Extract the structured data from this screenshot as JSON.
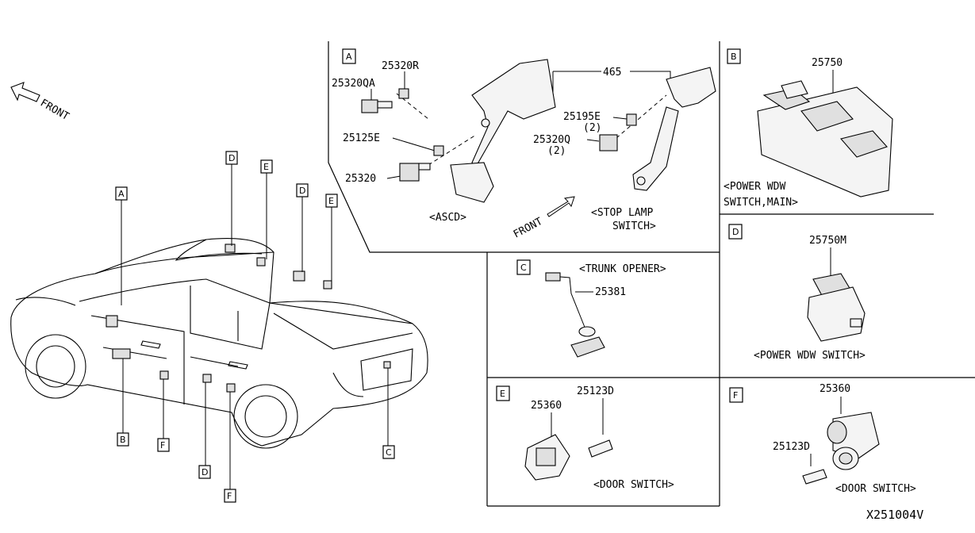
{
  "car": {
    "front_label": "FRONT",
    "callouts": [
      "A",
      "D",
      "E",
      "D",
      "E",
      "B",
      "F",
      "D",
      "F",
      "C"
    ]
  },
  "panel_a": {
    "letter": "A",
    "parts": [
      "25320R",
      "25320QA",
      "25125E",
      "25320",
      "465",
      "25195E",
      "(2)",
      "25320Q",
      "(2)"
    ],
    "captions": [
      "<ASCD>",
      "<STOP LAMP",
      "SWITCH>"
    ],
    "front_label": "FRONT"
  },
  "panel_b": {
    "letter": "B",
    "part": "25750",
    "caption_1": "<POWER WDW",
    "caption_2": "SWITCH,MAIN>"
  },
  "panel_c": {
    "letter": "C",
    "title": "<TRUNK OPENER>",
    "part": "25381"
  },
  "panel_d": {
    "letter": "D",
    "part": "25750M",
    "caption": "<POWER WDW SWITCH>"
  },
  "panel_e": {
    "letter": "E",
    "part_1": "25360",
    "part_2": "25123D",
    "caption": "<DOOR SWITCH>"
  },
  "panel_f": {
    "letter": "F",
    "part_1": "25360",
    "part_2": "25123D",
    "caption": "<DOOR SWITCH>"
  },
  "diagram_code": "X251004V"
}
